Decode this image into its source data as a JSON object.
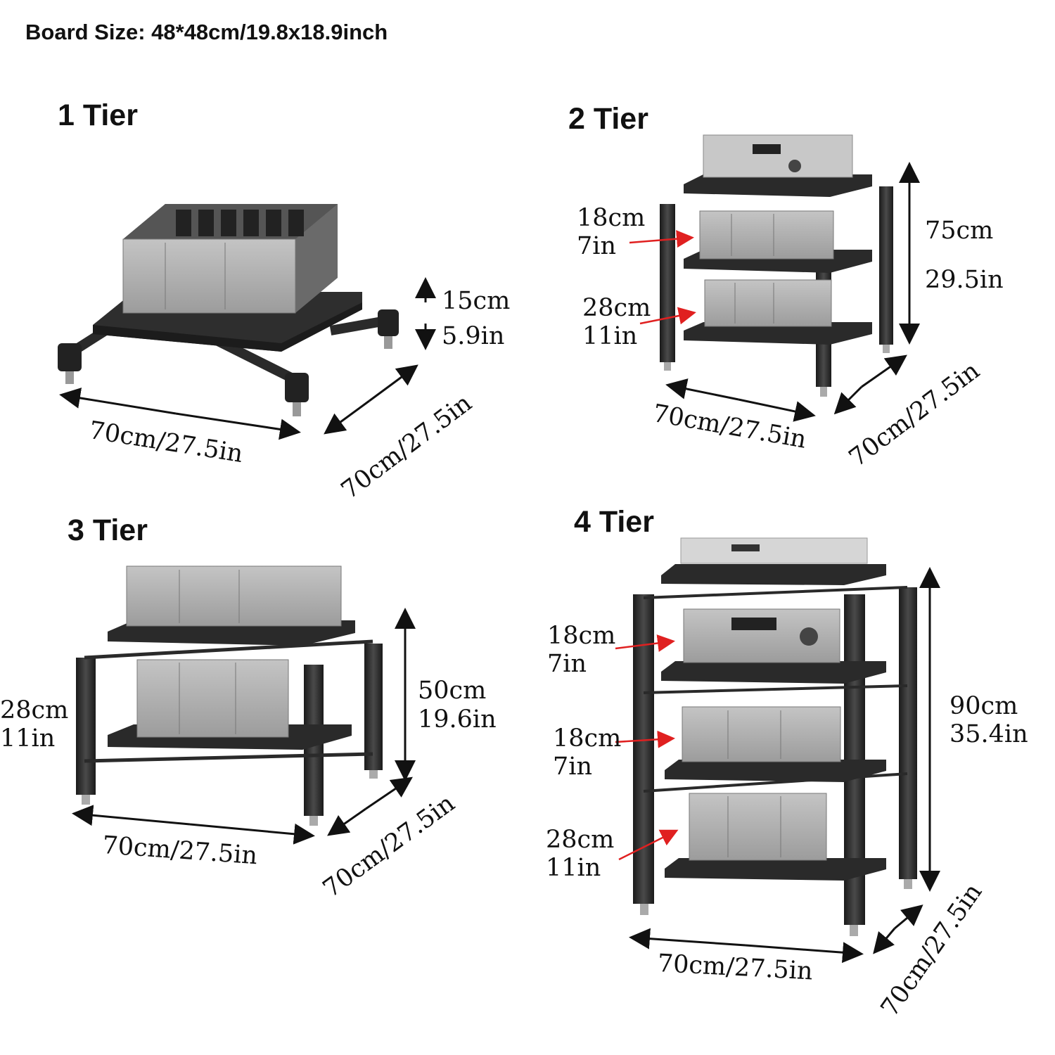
{
  "header": {
    "board_size": "Board Size: 48*48cm/19.8x18.9inch"
  },
  "tiers": [
    {
      "title": "1 Tier",
      "height_cm": "15cm",
      "height_in": "5.9in",
      "width": "70cm/27.5in",
      "depth": "70cm/27.5in"
    },
    {
      "title": "2 Tier",
      "gap1_cm": "18cm",
      "gap1_in": "7in",
      "gap2_cm": "28cm",
      "gap2_in": "11in",
      "height_cm": "75cm",
      "height_in": "29.5in",
      "width": "70cm/27.5in",
      "depth": "70cm/27.5in"
    },
    {
      "title": "3 Tier",
      "gap1_cm": "28cm",
      "gap1_in": "11in",
      "height_cm": "50cm",
      "height_in": "19.6in",
      "width": "70cm/27.5in",
      "depth": "70cm/27.5in"
    },
    {
      "title": "4 Tier",
      "gap1_cm": "18cm",
      "gap1_in": "7in",
      "gap2_cm": "18cm",
      "gap2_in": "7in",
      "gap3_cm": "28cm",
      "gap3_in": "11in",
      "height_cm": "90cm",
      "height_in": "35.4in",
      "width": "70cm/27.5in",
      "depth": "70cm/27.5in"
    }
  ],
  "colors": {
    "arrow": "#111111",
    "pointer": "#e02020",
    "frame": "#2a2a2a",
    "device": "#8a8a8a",
    "device_face": "#b8b8b8"
  }
}
